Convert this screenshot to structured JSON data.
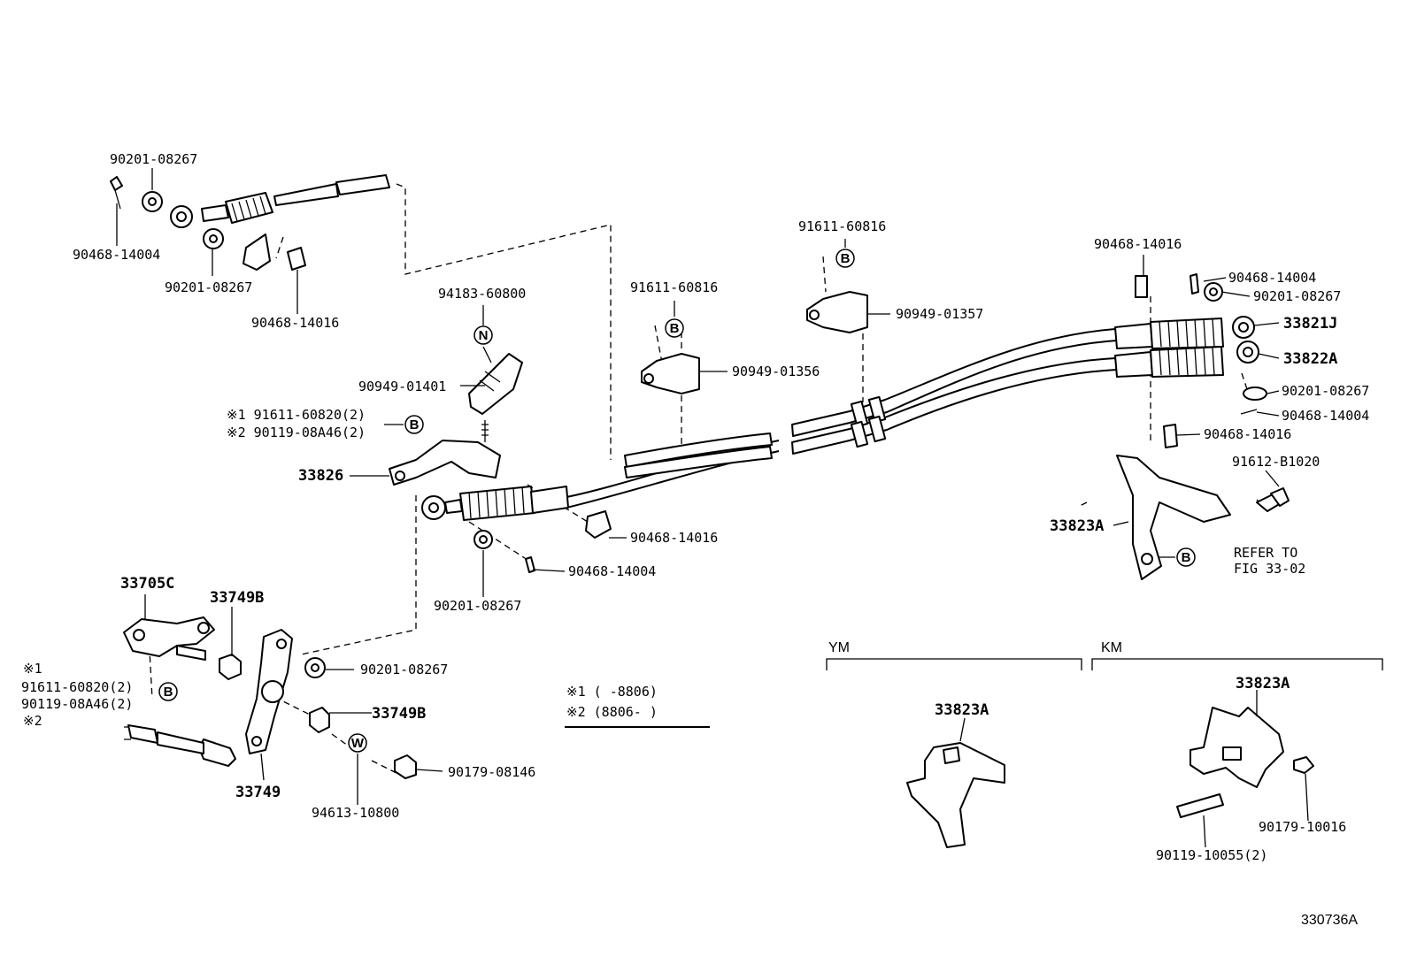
{
  "figure_number": "330736A",
  "part_labels": {
    "p90201_08267_a": "90201-08267",
    "p90468_14004_a": "90468-14004",
    "p90201_08267_b": "90201-08267",
    "p90468_14016_a": "90468-14016",
    "p94183_60800": "94183-60800",
    "p90949_01401": "90949-01401",
    "p91611_60816_a": "91611-60816",
    "p90949_01356": "90949-01356",
    "p91611_60816_b": "91611-60816",
    "p90949_01357": "90949-01357",
    "p90468_14016_b": "90468-14016",
    "p90468_14004_b": "90468-14004",
    "p90201_08267_c": "90201-08267",
    "p33821J": "33821J",
    "p33822A": "33822A",
    "p90201_08267_d": "90201-08267",
    "p90468_14004_c": "90468-14004",
    "p90468_14016_c": "90468-14016",
    "p91612_B1020": "91612-B1020",
    "p33823A_a": "33823A",
    "refer_line1": "REFER TO",
    "refer_line2": "FIG 33-02",
    "p33826": "33826",
    "note1_line1": "※1 91611-60820(2)",
    "note1_line2": "※2 90119-08A46(2)",
    "p90468_14016_d": "90468-14016",
    "p90468_14004_d": "90468-14004",
    "p90201_08267_e": "90201-08267",
    "p33705C": "33705C",
    "p33749B_a": "33749B",
    "p90201_08267_f": "90201-08267",
    "left_note_mark1": "※1",
    "left_note_l1": "91611-60820(2)",
    "left_note_l2": "90119-08A46(2)",
    "left_note_mark2": "※2",
    "p33749B_b": "33749B",
    "p90179_08146": "90179-08146",
    "p33749": "33749",
    "p94613_10800": "94613-10800",
    "legend_line1": "※1 (     -8806)",
    "legend_line2": "※2 (8806-     )",
    "group_ym": "YM",
    "group_km": "KM",
    "p33823A_ym": "33823A",
    "p33823A_km": "33823A",
    "p90179_10016": "90179-10016",
    "p90119_10055": "90119-10055(2)"
  },
  "callout_letters": {
    "b1": "B",
    "b2": "B",
    "b3": "B",
    "b4": "B",
    "b5": "B",
    "n1": "N",
    "w1": "W"
  }
}
